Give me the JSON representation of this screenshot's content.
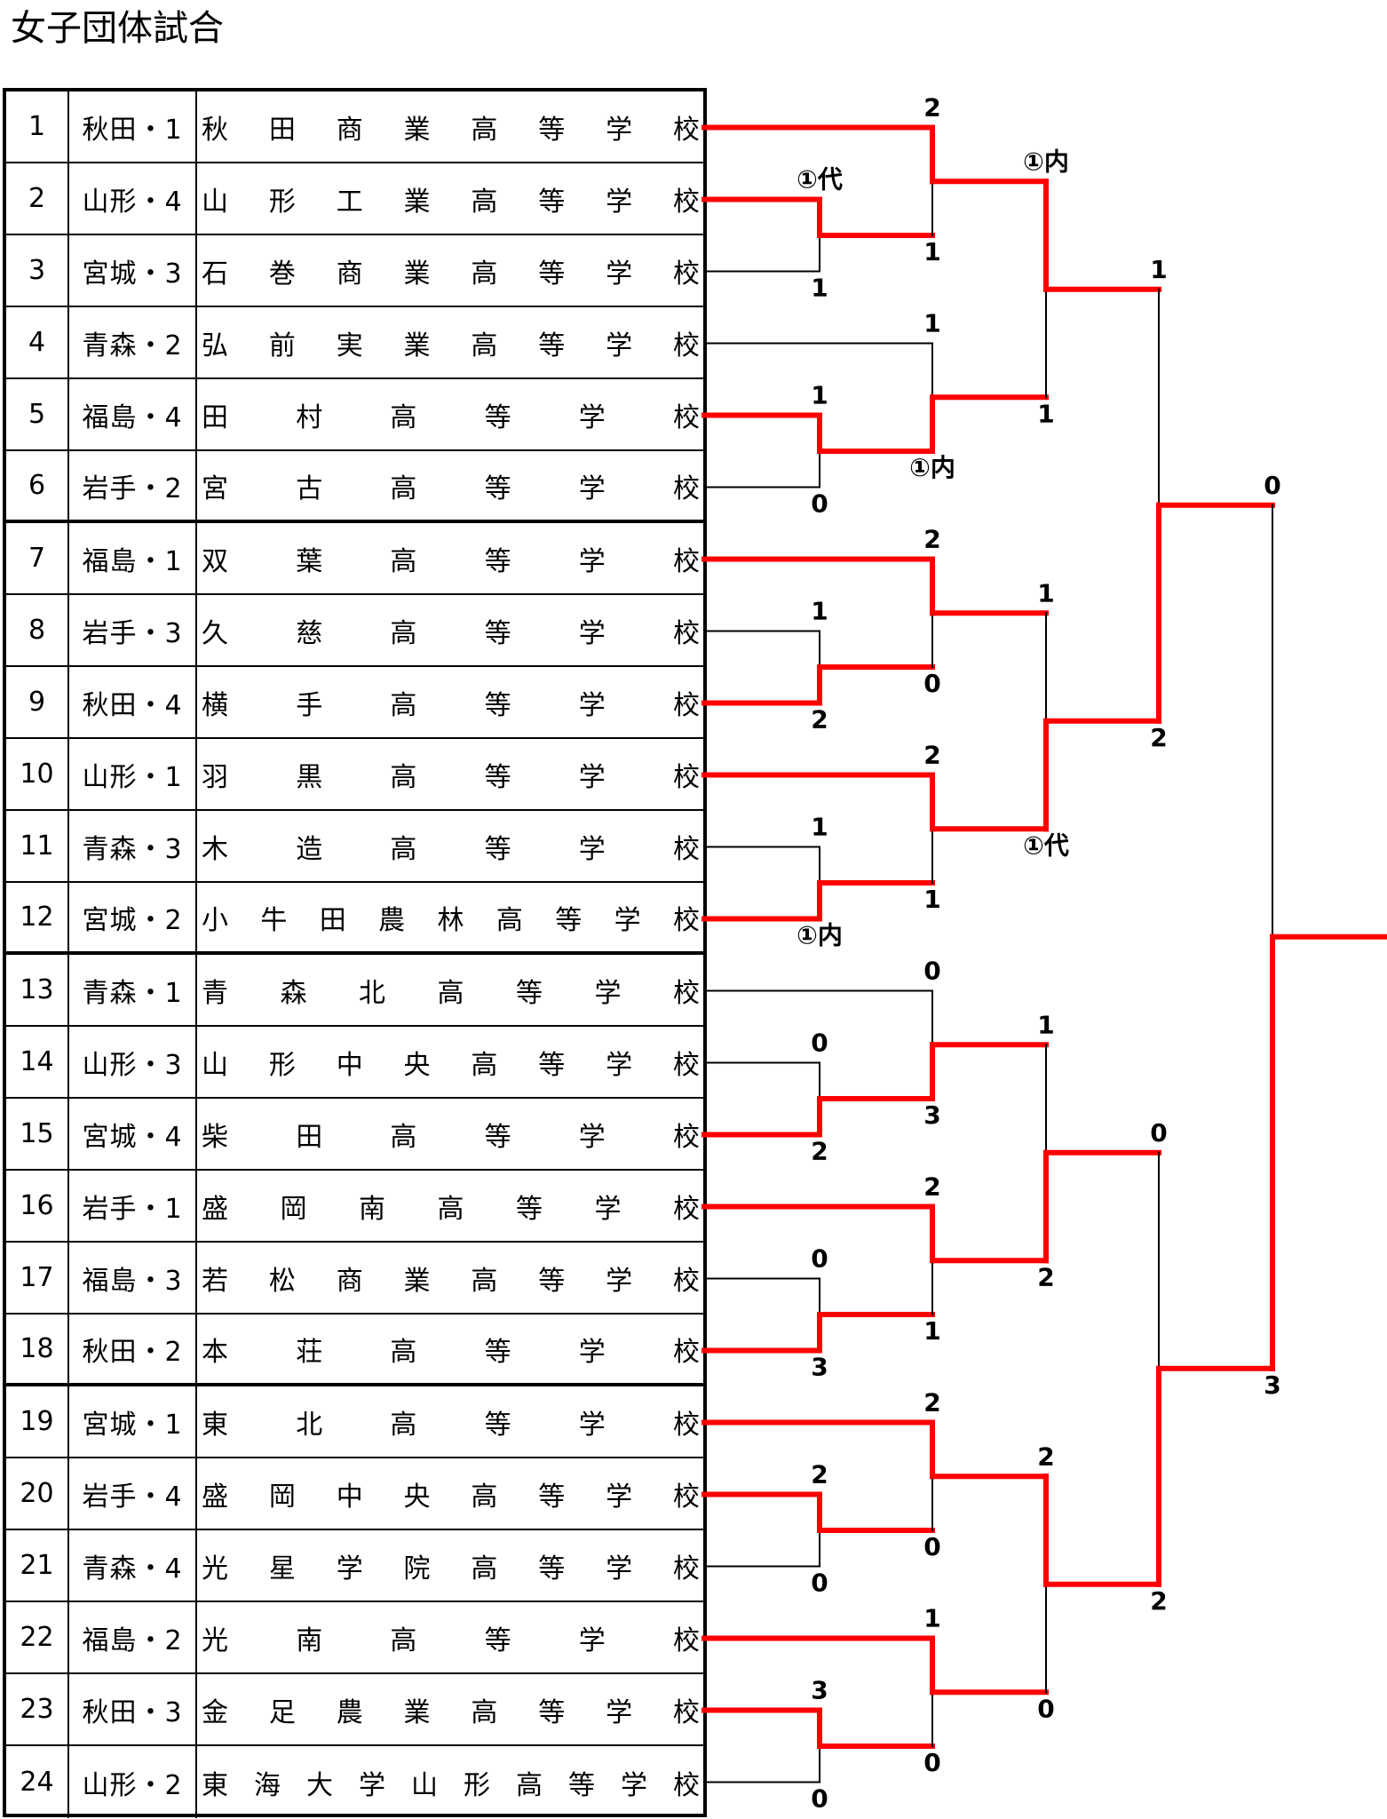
{
  "title": "女子団体試合",
  "colors": {
    "winner_line": "#ff0000",
    "loser_line": "#000000"
  },
  "entries": [
    {
      "no": "1",
      "pref": "秋田・1",
      "school": "秋田商業高等学校"
    },
    {
      "no": "2",
      "pref": "山形・4",
      "school": "山形工業高等学校"
    },
    {
      "no": "3",
      "pref": "宮城・3",
      "school": "石巻商業高等学校"
    },
    {
      "no": "4",
      "pref": "青森・2",
      "school": "弘前実業高等学校"
    },
    {
      "no": "5",
      "pref": "福島・4",
      "school": "田村高等学校"
    },
    {
      "no": "6",
      "pref": "岩手・2",
      "school": "宮古高等学校"
    },
    {
      "no": "7",
      "pref": "福島・1",
      "school": "双葉高等学校"
    },
    {
      "no": "8",
      "pref": "岩手・3",
      "school": "久慈高等学校"
    },
    {
      "no": "9",
      "pref": "秋田・4",
      "school": "横手高等学校"
    },
    {
      "no": "10",
      "pref": "山形・1",
      "school": "羽黒高等学校"
    },
    {
      "no": "11",
      "pref": "青森・3",
      "school": "木造高等学校"
    },
    {
      "no": "12",
      "pref": "宮城・2",
      "school": "小牛田農林高等学校"
    },
    {
      "no": "13",
      "pref": "青森・1",
      "school": "青森北高等学校"
    },
    {
      "no": "14",
      "pref": "山形・3",
      "school": "山形中央高等学校"
    },
    {
      "no": "15",
      "pref": "宮城・4",
      "school": "柴田高等学校"
    },
    {
      "no": "16",
      "pref": "岩手・1",
      "school": "盛岡南高等学校"
    },
    {
      "no": "17",
      "pref": "福島・3",
      "school": "若松商業高等学校"
    },
    {
      "no": "18",
      "pref": "秋田・2",
      "school": "本荘高等学校"
    },
    {
      "no": "19",
      "pref": "宮城・1",
      "school": "東北高等学校"
    },
    {
      "no": "20",
      "pref": "岩手・4",
      "school": "盛岡中央高等学校"
    },
    {
      "no": "21",
      "pref": "青森・4",
      "school": "光星学院高等学校"
    },
    {
      "no": "22",
      "pref": "福島・2",
      "school": "光南高等学校"
    },
    {
      "no": "23",
      "pref": "秋田・3",
      "school": "金足農業高等学校"
    },
    {
      "no": "24",
      "pref": "山形・2",
      "school": "東海大学山形高等学校"
    }
  ],
  "bracket": {
    "round1": [
      {
        "a": 2,
        "b": 3,
        "score_a": "①代",
        "score_b": "1",
        "winner": "a"
      },
      {
        "a": 5,
        "b": 6,
        "score_a": "1",
        "score_b": "0",
        "winner": "a"
      },
      {
        "a": 8,
        "b": 9,
        "score_a": "1",
        "score_b": "2",
        "winner": "b"
      },
      {
        "a": 11,
        "b": 12,
        "score_a": "1",
        "score_b": "①内",
        "winner": "b"
      },
      {
        "a": 14,
        "b": 15,
        "score_a": "0",
        "score_b": "2",
        "winner": "b"
      },
      {
        "a": 17,
        "b": 18,
        "score_a": "0",
        "score_b": "3",
        "winner": "b"
      },
      {
        "a": 20,
        "b": 21,
        "score_a": "2",
        "score_b": "0",
        "winner": "a"
      },
      {
        "a": 23,
        "b": 24,
        "score_a": "3",
        "score_b": "0",
        "winner": "a"
      }
    ],
    "round2": [
      {
        "a": "e1",
        "b": "m0",
        "score_a": "2",
        "score_b": "1",
        "winner": "a"
      },
      {
        "a": "e4",
        "b": "m1",
        "score_a": "1",
        "score_b": "①内",
        "winner": "b"
      },
      {
        "a": "e7",
        "b": "m2",
        "score_a": "2",
        "score_b": "0",
        "winner": "a"
      },
      {
        "a": "e10",
        "b": "m3",
        "score_a": "2",
        "score_b": "1",
        "winner": "a"
      },
      {
        "a": "e13",
        "b": "m4",
        "score_a": "0",
        "score_b": "3",
        "winner": "b"
      },
      {
        "a": "e16",
        "b": "m5",
        "score_a": "2",
        "score_b": "1",
        "winner": "a"
      },
      {
        "a": "e19",
        "b": "m6",
        "score_a": "2",
        "score_b": "0",
        "winner": "a"
      },
      {
        "a": "e22",
        "b": "m7",
        "score_a": "1",
        "score_b": "0",
        "winner": "a"
      }
    ],
    "round3": [
      {
        "a": 0,
        "b": 1,
        "score_a": "①内",
        "score_b": "1",
        "winner": "a"
      },
      {
        "a": 2,
        "b": 3,
        "score_a": "1",
        "score_b": "①代",
        "winner": "b"
      },
      {
        "a": 4,
        "b": 5,
        "score_a": "1",
        "score_b": "2",
        "winner": "b"
      },
      {
        "a": 6,
        "b": 7,
        "score_a": "2",
        "score_b": "0",
        "winner": "a"
      }
    ],
    "round4": [
      {
        "a": 0,
        "b": 1,
        "score_a": "1",
        "score_b": "2",
        "winner": "b"
      },
      {
        "a": 2,
        "b": 3,
        "score_a": "0",
        "score_b": "2",
        "winner": "b"
      }
    ],
    "final": {
      "a": 0,
      "b": 1,
      "score_a": "0",
      "score_b": "3",
      "winner": "b"
    }
  }
}
